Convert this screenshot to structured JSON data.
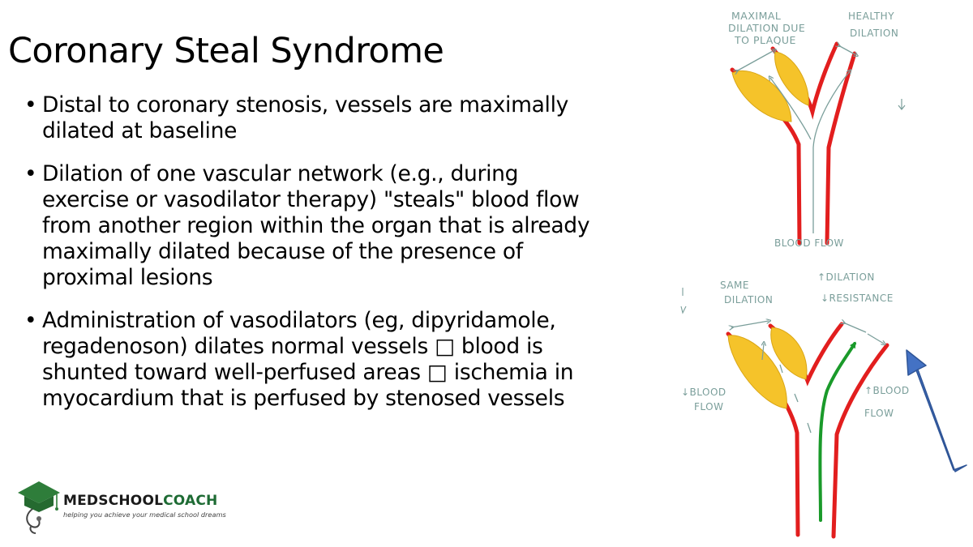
{
  "slide": {
    "title": "Coronary Steal Syndrome",
    "bullets": [
      {
        "lines": [
          "Distal to coronary stenosis, vessels are maximally",
          "dilated at baseline"
        ]
      },
      {
        "lines": [
          "Dilation of one vascular network (e.g., during",
          "exercise or vasodilator therapy) \"steals\" blood flow",
          "from another region within the organ that is already",
          "maximally dilated because of the presence of",
          "proximal lesions"
        ]
      },
      {
        "lines": [
          "Administration of vasodilators (eg, dipyridamole,",
          "regadenoson) dilates normal vessels □ blood is",
          "shunted toward well-perfused areas □ ischemia in",
          "myocardium that is perfused by stenosed vessels"
        ]
      }
    ]
  },
  "diagram": {
    "top": {
      "label_left": [
        "MAXIMAL",
        "DILATION DUE",
        "TO PLAQUE"
      ],
      "label_right": [
        "HEALTHY",
        "DILATION"
      ],
      "label_bottom": "BLOOD FLOW"
    },
    "bottom": {
      "label_same": [
        "SAME",
        "DILATION"
      ],
      "label_dilation": [
        "↑DILATION",
        "↓RESISTANCE"
      ],
      "label_left": [
        "↓BLOOD",
        "FLOW"
      ],
      "label_right": [
        "↑BLOOD",
        "FLOW"
      ]
    },
    "colors": {
      "vessel": "#e21e1e",
      "plaque": "#f5c32a",
      "green_arrow": "#1a9a2a",
      "annotation": "#7a9e9a",
      "pointer": "#4472c4"
    }
  },
  "logo": {
    "name_main": "MEDSCHOOL",
    "name_accent": "COACH",
    "tagline": "helping you achieve your medical school dreams"
  }
}
